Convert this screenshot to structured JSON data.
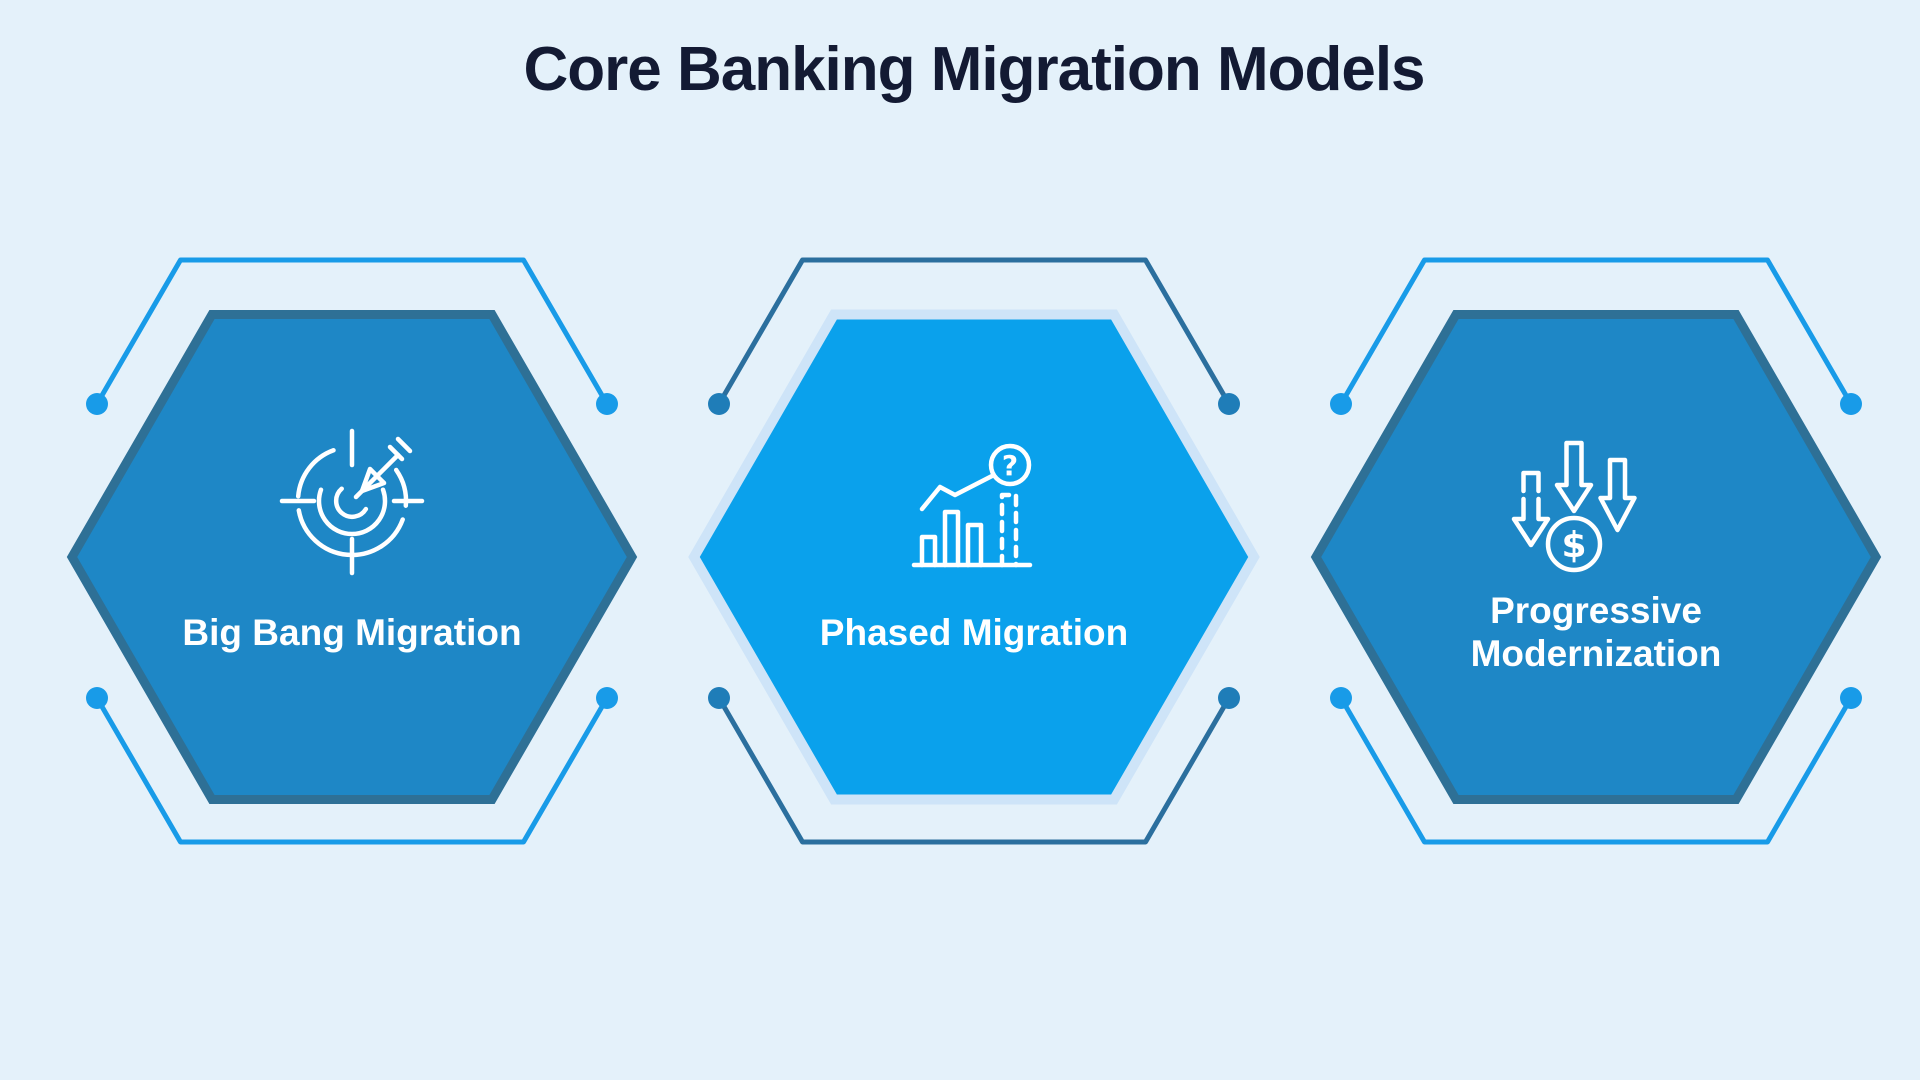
{
  "title": "Core Banking Migration Models",
  "cards": [
    {
      "label": "Big Bang Migration",
      "icon": "target-dart-icon",
      "variant": "solid",
      "icon_glyph": ""
    },
    {
      "label": "Phased Migration",
      "icon": "growth-chart-question-icon",
      "variant": "bright",
      "icon_glyph": "?"
    },
    {
      "label": "Progressive Modernization",
      "icon": "cost-reduction-arrows-icon",
      "variant": "solid",
      "icon_glyph": "$"
    }
  ],
  "colors": {
    "background": "#e4f1fa",
    "title_text": "#131a33",
    "hexagon_solid_fill": "#1e87c6",
    "hexagon_solid_border": "#2e7096",
    "hexagon_bright_fill": "#0aa1ec",
    "hexagon_bright_border": "#cee4f8",
    "decoration_bright": "#189be8",
    "decoration_dark": "#2b6f9e",
    "label_text": "#ffffff",
    "icon_stroke": "#ffffff"
  }
}
